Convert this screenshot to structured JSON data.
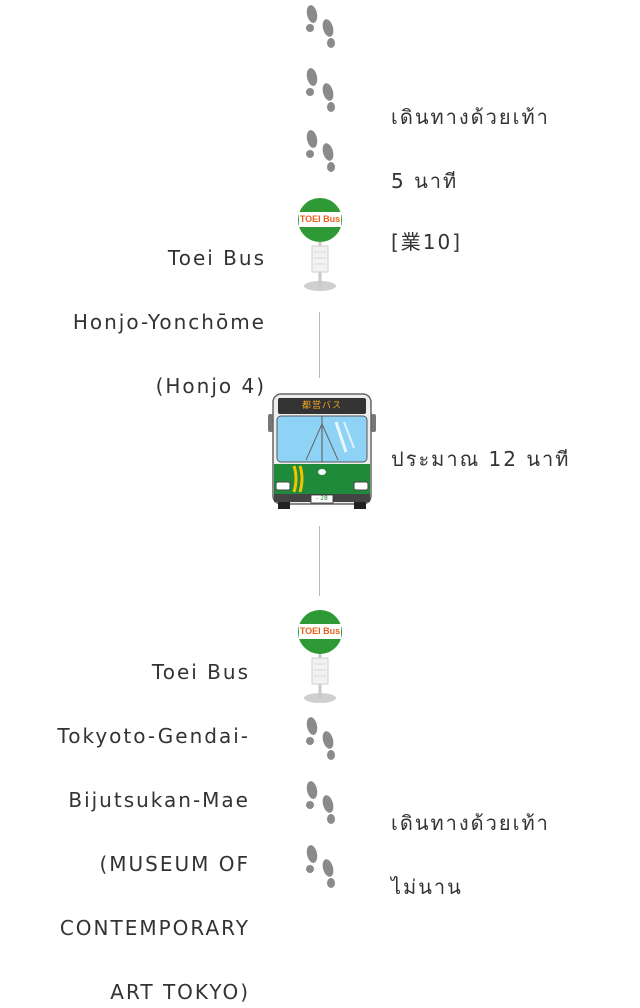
{
  "walk_top": {
    "label": "เดินทางด้วยเท้า",
    "duration": "5 นาที",
    "icon": "footprints-icon"
  },
  "stop_start": {
    "name_lines": [
      "Toei Bus",
      "Honjo-Yonchōme",
      "(Honjo 4)"
    ],
    "route": "[業10]",
    "sign_text": "TOEI Bus",
    "icon": "bus-stop-icon"
  },
  "ride": {
    "duration": "ประมาณ 12 นาที",
    "icon": "bus-icon",
    "bus_sign_text": "都営バス",
    "bus_plate": "- 28"
  },
  "stop_end": {
    "name_lines": [
      "Toei Bus",
      "Tokyoto-Gendai-",
      "Bijutsukan-Mae",
      "(MUSEUM OF",
      "CONTEMPORARY",
      "ART TOKYO)"
    ],
    "sign_text": "TOEI Bus",
    "icon": "bus-stop-icon"
  },
  "walk_bottom": {
    "label": "เดินทางด้วยเท้า",
    "duration": "ไม่นาน",
    "icon": "footprints-icon"
  },
  "colors": {
    "text": "#333333",
    "stop_green": "#2f9a35",
    "stop_orange": "#e9601b",
    "bus_green": "#1f8a3a",
    "footprint_gray": "#8a8a8a"
  }
}
